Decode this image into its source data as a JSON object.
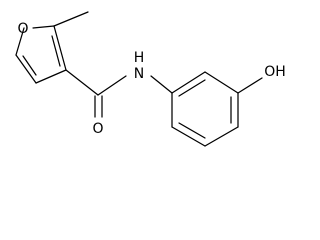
{
  "molecule": {
    "atoms": {
      "furan_oxygen": "O",
      "amide_nitrogen": "N",
      "amide_hydrogen": "H",
      "carbonyl_oxygen": "O",
      "hydroxyl_group": "OH"
    }
  }
}
